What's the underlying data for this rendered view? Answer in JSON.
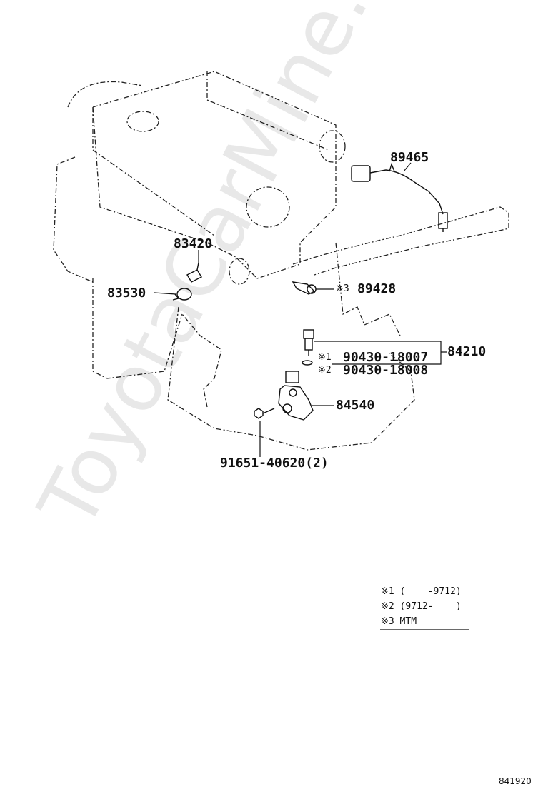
{
  "parts": {
    "p89465": "89465",
    "p83420": "83420",
    "p83530": "83530",
    "p89428": "89428",
    "p89428_mark": "※3",
    "p84210": "84210",
    "p90430_18007_mark": "※1",
    "p90430_18007": "90430-18007",
    "p90430_18008_mark": "※2",
    "p90430_18008": "90430-18008",
    "p84540": "84540",
    "p91651": "91651-40620(2)"
  },
  "notes": {
    "note1": "※1 (    -9712)",
    "note2": "※2 (9712-    )",
    "note3": "※3 MTM"
  },
  "diagram_id": "841920",
  "watermark": "ToyotaCarMine.ru"
}
